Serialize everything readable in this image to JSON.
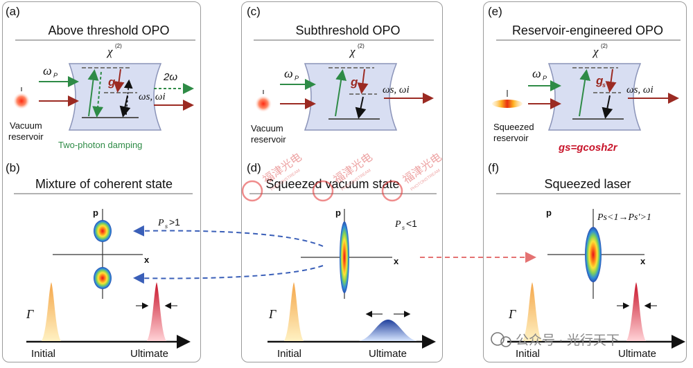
{
  "panels": [
    {
      "tag": "(a)",
      "title": "Above threshold OPO",
      "chi": "χ",
      "chi_sup": "(2)",
      "pump": "ω",
      "pump_sub": "P",
      "coupling": "g",
      "out_2w": "2ω",
      "out_sig": "ωs, ωi",
      "reservoir": [
        "Vacuum",
        "reservoir"
      ],
      "damping": "Two-photon damping"
    },
    {
      "tag": "(b)",
      "title": "Mixture of coherent state",
      "p_axis": "p",
      "x_axis": "x",
      "prob": "P",
      "prob_sub": "s",
      "prob_rel": ">1",
      "gamma": "Γ",
      "initial": "Initial",
      "ultimate": "Ultimate"
    },
    {
      "tag": "(c)",
      "title": "Subthreshold OPO",
      "chi": "χ",
      "chi_sup": "(2)",
      "pump": "ω",
      "pump_sub": "P",
      "coupling": "g",
      "out_sig": "ωs, ωi",
      "reservoir": [
        "Vacuum",
        "reservoir"
      ]
    },
    {
      "tag": "(d)",
      "title": "Squeezed vacuum state",
      "p_axis": "p",
      "x_axis": "x",
      "prob": "P",
      "prob_sub": "s",
      "prob_rel": "<1",
      "gamma": "Γ",
      "initial": "Initial",
      "ultimate": "Ultimate"
    },
    {
      "tag": "(e)",
      "title": "Reservoir-engineered OPO",
      "chi": "χ",
      "chi_sup": "(2)",
      "pump": "ω",
      "pump_sub": "P",
      "coupling": "g",
      "coupling_sub": "s",
      "out_sig": "ωs, ωi",
      "reservoir": [
        "Squeezed",
        "reservoir"
      ],
      "relation": "gs=gcosh2r"
    },
    {
      "tag": "(f)",
      "title": "Squeezed laser",
      "p_axis": "p",
      "x_axis": "x",
      "prob": "Ps<1→Ps'>1",
      "gamma": "Γ",
      "initial": "Initial",
      "ultimate": "Ultimate"
    }
  ],
  "watermark": [
    "福津光电",
    "PHOTONSTREAM"
  ],
  "footer_brand": "公众号 · 光行天下",
  "colors": {
    "pump": "#2e8b46",
    "signal": "#9b2a22",
    "panel_border": "#9a9a9a",
    "cavity": "#d8def2",
    "arrow_blue": "#3a5fb8",
    "arrow_red": "#e05a5a"
  }
}
